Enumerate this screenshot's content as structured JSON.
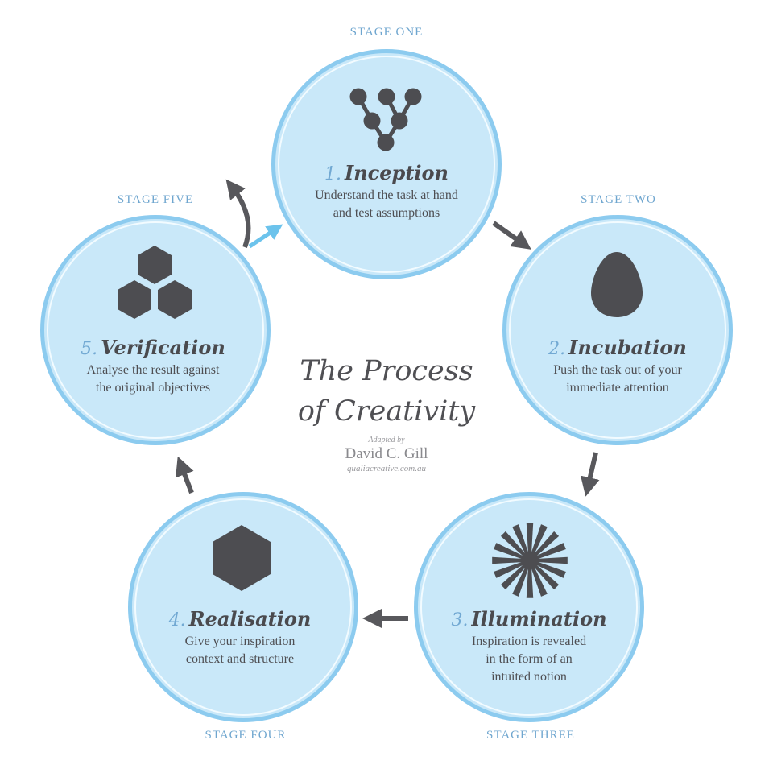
{
  "title": {
    "line1": "The Process",
    "line2": "of Creativity"
  },
  "credit": {
    "adapted_by": "Adapted by",
    "author": "David C. Gill",
    "website": "qualiacreative.com.au"
  },
  "colors": {
    "circle_fill": "#c9e8f9",
    "circle_ring": "#8ccbef",
    "accent_blue": "#72a9d3",
    "icon_dark": "#4d4d51",
    "arrow_dark": "#58585c",
    "arrow_blue": "#6cc3ec"
  },
  "stages": [
    {
      "stage_label": "STAGE ONE",
      "number": "1.",
      "name": "Inception",
      "description": [
        "Understand the task at hand",
        "and test assumptions"
      ],
      "icon": "branching-nodes-icon"
    },
    {
      "stage_label": "STAGE TWO",
      "number": "2.",
      "name": "Incubation",
      "description": [
        "Push the task out of your",
        "immediate attention"
      ],
      "icon": "egg-icon"
    },
    {
      "stage_label": "STAGE THREE",
      "number": "3.",
      "name": "Illumination",
      "description": [
        "Inspiration is revealed",
        "in the form of an",
        "intuited notion"
      ],
      "icon": "sunburst-icon"
    },
    {
      "stage_label": "STAGE FOUR",
      "number": "4.",
      "name": "Realisation",
      "description": [
        "Give your inspiration",
        "context and structure"
      ],
      "icon": "hexagon-icon"
    },
    {
      "stage_label": "STAGE FIVE",
      "number": "5.",
      "name": "Verification",
      "description": [
        "Analyse the result against",
        "the original objectives"
      ],
      "icon": "three-hexagons-icon"
    }
  ],
  "flow": [
    {
      "from": "Inception",
      "to": "Incubation",
      "style": "dark"
    },
    {
      "from": "Incubation",
      "to": "Illumination",
      "style": "dark"
    },
    {
      "from": "Illumination",
      "to": "Realisation",
      "style": "dark"
    },
    {
      "from": "Realisation",
      "to": "Verification",
      "style": "dark"
    },
    {
      "from": "Verification",
      "to": "Inception",
      "style": "blue"
    },
    {
      "from": "Verification",
      "to": "loop-back",
      "style": "dark-curved"
    }
  ]
}
